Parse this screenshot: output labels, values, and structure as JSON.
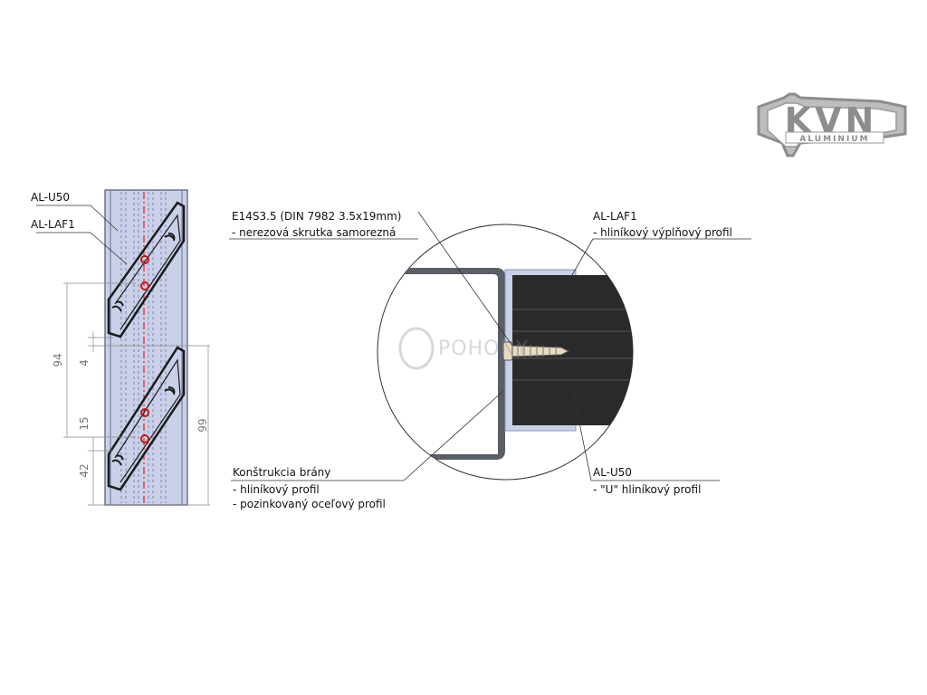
{
  "logo": {
    "text": "KVN",
    "subtext": "ALUMINIUM"
  },
  "left_view": {
    "label_u50": "AL-U50",
    "label_laf1": "AL-LAF1",
    "dimensions": {
      "d94": "94",
      "d4": "4",
      "d15": "15",
      "d42": "42",
      "d99": "99"
    }
  },
  "detail_view": {
    "screw": {
      "code": "E14S3.5 (DIN 7982 3.5x19mm)",
      "description": "- nerezová skrutka samorezná"
    },
    "laf1": {
      "code": "AL-LAF1",
      "description": "- hliníkový výplňový profil"
    },
    "gate_structure": {
      "title": "Konštrukcia brány",
      "line1": "- hliníkový profil",
      "line2": "- pozinkovaný oceľový profil"
    },
    "u50": {
      "code": "AL-U50",
      "description": "- \"U\" hliníkový profil"
    },
    "watermark": "POHONY"
  },
  "colors": {
    "u_profile_fill": "#c9d0e8",
    "infill_dark": "#2a2a2a",
    "frame_gray": "#5a5e66",
    "red_axis": "#e02020",
    "logo_gray": "#8d8d8d"
  }
}
